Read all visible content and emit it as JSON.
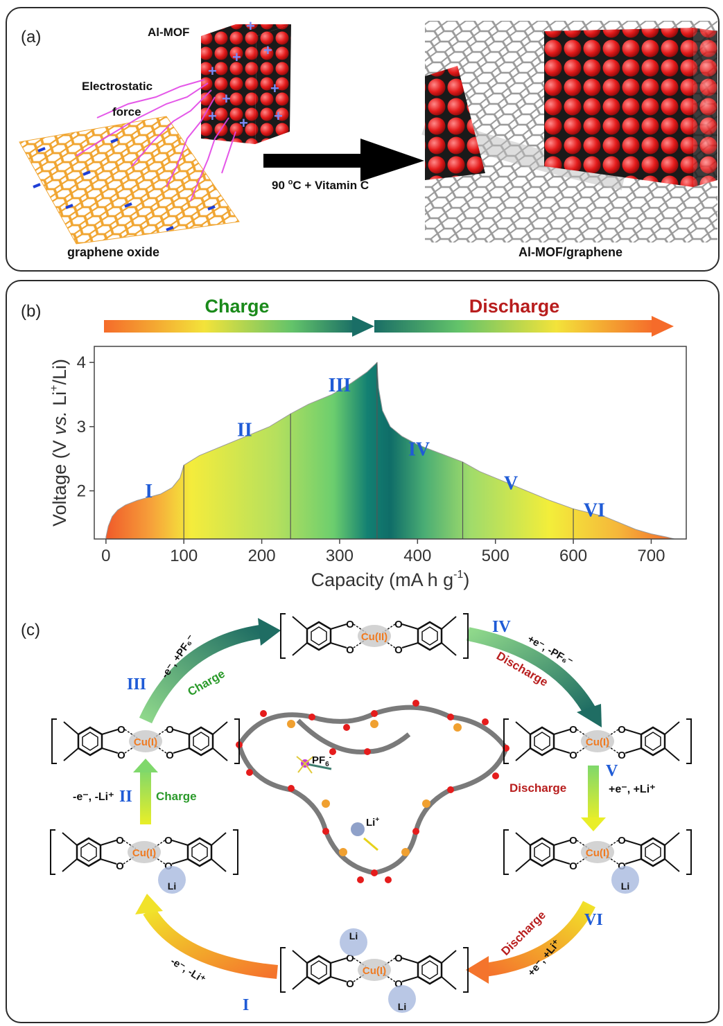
{
  "panel_a": {
    "label": "(a)",
    "mof_label": "Al-MOF",
    "force_line1": "Electrostatic",
    "force_line2": "force",
    "go_label": "graphene oxide",
    "arrow_label_pre": "90 ",
    "arrow_label_sup": "o",
    "arrow_label_post": "C + Vitamin C",
    "product_label": "Al-MOF/graphene"
  },
  "panel_b": {
    "label": "(b)",
    "charge_label": "Charge",
    "discharge_label": "Discharge",
    "charge_color": "#1a8a1a",
    "discharge_color": "#b81d1d",
    "region_labels": [
      "I",
      "II",
      "III",
      "IV",
      "V",
      "VI"
    ]
  },
  "chart_data": {
    "type": "area",
    "xlabel_main": "Capacity (mA h g",
    "xlabel_sup": "-1",
    "xlabel_end": ")",
    "ylabel_a": "Voltage (V ",
    "ylabel_vs": "vs.",
    "ylabel_b": " Li",
    "ylabel_sup": "+",
    "ylabel_c": "/Li)",
    "xlim": [
      -15,
      745
    ],
    "ylim": [
      1.25,
      4.25
    ],
    "xticks": [
      0,
      100,
      200,
      300,
      400,
      500,
      600,
      700
    ],
    "yticks": [
      2,
      3,
      4
    ],
    "boundaries": [
      100,
      237,
      348,
      458,
      600
    ],
    "region_label_positions": [
      {
        "label": "I",
        "x": 55,
        "y": 1.9
      },
      {
        "label": "II",
        "x": 178,
        "y": 2.85
      },
      {
        "label": "III",
        "x": 300,
        "y": 3.55
      },
      {
        "label": "IV",
        "x": 402,
        "y": 2.55
      },
      {
        "label": "V",
        "x": 520,
        "y": 2.02
      },
      {
        "label": "VI",
        "x": 627,
        "y": 1.6
      }
    ],
    "curve": [
      [
        0,
        1.28
      ],
      [
        3,
        1.45
      ],
      [
        8,
        1.6
      ],
      [
        15,
        1.7
      ],
      [
        25,
        1.78
      ],
      [
        40,
        1.85
      ],
      [
        55,
        1.9
      ],
      [
        70,
        1.95
      ],
      [
        85,
        2.05
      ],
      [
        95,
        2.2
      ],
      [
        100,
        2.4
      ],
      [
        120,
        2.55
      ],
      [
        150,
        2.7
      ],
      [
        180,
        2.85
      ],
      [
        210,
        3.0
      ],
      [
        237,
        3.2
      ],
      [
        260,
        3.35
      ],
      [
        290,
        3.5
      ],
      [
        315,
        3.68
      ],
      [
        335,
        3.85
      ],
      [
        348,
        4.0
      ],
      [
        350,
        3.6
      ],
      [
        355,
        3.25
      ],
      [
        365,
        3.0
      ],
      [
        380,
        2.85
      ],
      [
        400,
        2.72
      ],
      [
        430,
        2.58
      ],
      [
        458,
        2.45
      ],
      [
        480,
        2.3
      ],
      [
        510,
        2.15
      ],
      [
        540,
        2.0
      ],
      [
        570,
        1.85
      ],
      [
        600,
        1.72
      ],
      [
        620,
        1.66
      ],
      [
        640,
        1.6
      ],
      [
        660,
        1.5
      ],
      [
        680,
        1.4
      ],
      [
        700,
        1.33
      ],
      [
        720,
        1.28
      ],
      [
        730,
        1.25
      ]
    ]
  },
  "panel_c": {
    "label": "(c)",
    "charge_word": "Charge",
    "discharge_word": "Discharge",
    "metal_II": "Cu(II)",
    "metal_I": "Cu(I)",
    "li": "Li",
    "pf6": "PF",
    "pf6_sub": "6",
    "pf6_sup": "-",
    "li_plus": "Li",
    "li_plus_sup": "+",
    "step_III": "-e⁻, +PF₆⁻",
    "step_IV": "+e⁻, -PF₆⁻",
    "step_II": "-e⁻, -Li⁺",
    "step_V": "+e⁻, +Li⁺",
    "step_I": "-e⁻, -Li⁺",
    "step_VI": "+e⁻, +Li⁺",
    "roman": [
      "I",
      "II",
      "III",
      "IV",
      "V",
      "VI"
    ]
  }
}
